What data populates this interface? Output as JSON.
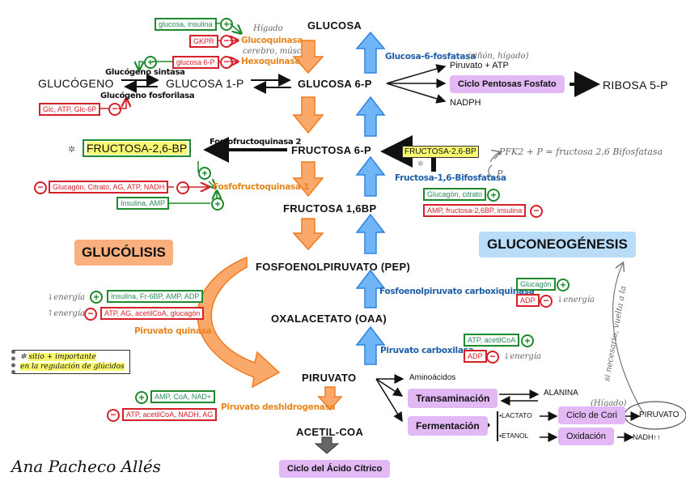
{
  "titles": {
    "glycolysis": "GLUCÓLISIS",
    "gluconeogenesis": "GLUCONEOGÉNESIS"
  },
  "metabolites": {
    "glucosa": "GLUCOSA",
    "glucogeno": "GLUCÓGENO",
    "glucosa1p": "GLUCOSA 1-P",
    "glucosa6p": "GLUCOSA 6-P",
    "fructosa6p": "FRUCTOSA 6-P",
    "fructosa16bp": "FRUCTOSA 1,6BP",
    "pep": "FOSFOENOLPIRUVATO (PEP)",
    "oaa": "OXALACETATO (OAA)",
    "piruvato": "PIRUVATO",
    "acetilcoa": "ACETIL-COA",
    "ribosa5p": "RIBOSA 5-P",
    "fructosa26bp_left": "FRUCTOSA-2,6-BP",
    "fructosa26bp_right": "FRUCTOSA-2,6-BP"
  },
  "g6p_products": [
    "Piruvato + ATP",
    "Ciclo Pentosas Fosfato",
    "NADPH"
  ],
  "enzymes": {
    "glucoquinasa": "Glucoquinasa",
    "hexoquinasa": "Hexoquinasa",
    "glucogeno_sintasa": "Glucógeno sintasa",
    "glucogeno_fosforilasa": "Glucógeno fosforilasa",
    "g6fosfatasa": "Glucosa-6-fosfatasa",
    "pfk2": "Fosfofructoquinasa 2",
    "pfk1": "Fosfofructoquinasa 1",
    "f16bifosfatasa": "Fructosa-1,6-Bifosfatasa",
    "pepck": "Fosfoenolpiruvato carboxiquinasa",
    "piruvato_carboxilasa": "Piruvato carboxilasa",
    "piruvato_quinasa": "Piruvato quinasa",
    "piruvato_deshidrogenasa": "Piruvato deshidrogenasa"
  },
  "handnotes": {
    "higado_gk": "Hígado",
    "cerebro": "cerebro, músc",
    "rinon_higado": "(riñón, hígado)",
    "pfk2_note": "PFK2 + P = fructosa 2,6 Bifosfatasa",
    "p_note": "P",
    "energia_down": "↓energía",
    "energia_up": "↑energía",
    "higado_cori": "(Hígado)",
    "vuelta": "si necesario, vuelta a la",
    "signature": "Ana Pacheco Allés",
    "legend": [
      "sitio + importante",
      "en la regulación de glúcidos"
    ]
  },
  "regulators": {
    "gk_pos": "glucosa, insulina",
    "gk_neg": "GKPR",
    "hk_neg": "glucosa 6-P",
    "gp_neg": "Glc, ATP, Glc-6P",
    "pfk1_neg": "Glucagón, Citrato, AG, ATP, NADH",
    "pfk1_pos": "Insulina, AMP",
    "fbp_pos": "Glucagón, citrato",
    "fbp_neg": "AMP, fructosa-2,6BP, insulina",
    "pk_pos": "Insulina, Fr-6BP, AMP, ADP",
    "pk_neg": "ATP, AG, acetilCoA, glucagón",
    "pepck_pos": "Glucagón",
    "pepck_neg": "ADP",
    "pc_pos": "ATP, acetilCoA",
    "pc_neg": "ADP",
    "pdh_pos": "AMP, CoA, NAD+",
    "pdh_neg": "ATP, acetilCoA, NADH, AG"
  },
  "pyruvate_fates": {
    "aminoacidos": "Aminoácidos",
    "transaminacion": "Transaminación",
    "alanina": "ALANINA",
    "fermentacion": "Fermentación",
    "lactato": "•LACTATO",
    "etanol": "•ETANOL",
    "cori": "Ciclo de Cori",
    "oxidacion": "Oxidación",
    "piruvato_circle": "PIRUVATO",
    "nadh": "NADH↑↑"
  },
  "krebs": "Ciclo del Ácido Cítrico",
  "colors": {
    "glycolysis_arrow": "#fba86b",
    "gluconeo_arrow": "#6fb5f7",
    "activator": "#1e8a2e",
    "inhibitor": "#d6202a",
    "pill": "#e2b8f5"
  }
}
